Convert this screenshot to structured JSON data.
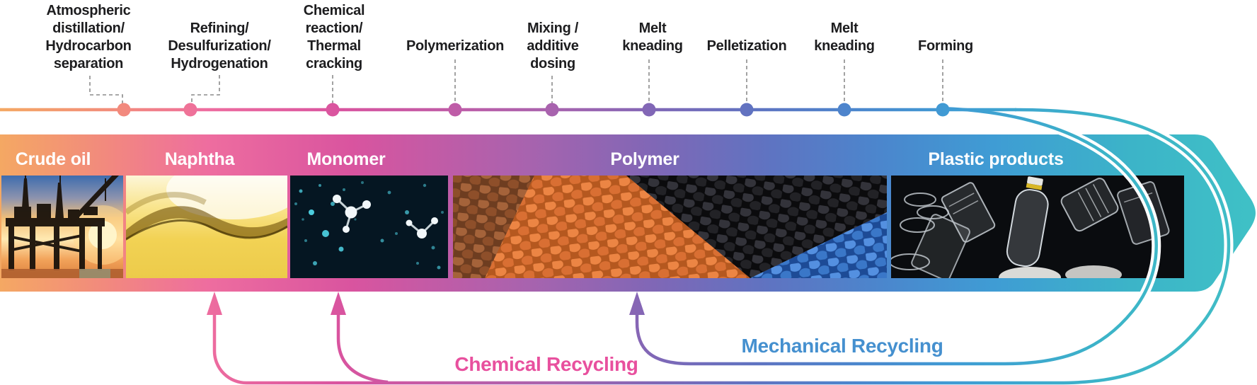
{
  "diagram": {
    "process_steps": [
      {
        "label": "Atmospheric\ndistillation/\nHydrocarbon\nseparation"
      },
      {
        "label": "Refining/\nDesulfurization/\nHydrogenation"
      },
      {
        "label": "Chemical\nreaction/\nThermal\ncracking"
      },
      {
        "label": "Polymerization"
      },
      {
        "label": "Mixing /\nadditive\ndosing"
      },
      {
        "label": "Melt\nkneading"
      },
      {
        "label": "Pelletization"
      },
      {
        "label": "Melt\nkneading"
      },
      {
        "label": "Forming"
      }
    ],
    "stages": [
      {
        "label": "Crude oil"
      },
      {
        "label": "Naphtha"
      },
      {
        "label": "Monomer"
      },
      {
        "label": "Polymer"
      },
      {
        "label": "Plastic products"
      }
    ],
    "recycling": {
      "chemical_label": "Chemical Recycling",
      "mechanical_label": "Mechanical Recycling"
    },
    "colors": {
      "step-text": "#1d1d1f",
      "stage-text": "#ffffff",
      "chemical-pink": "#e8509e",
      "mechanical-blue": "#4590cf",
      "loop-teal": "#3cb4c8",
      "connector-gray": "#8c8c8c",
      "grad-orange": "#f4a863",
      "grad-salmon": "#f2897e",
      "grad-pink": "#ee6d9f",
      "grad-magenta": "#d9549f",
      "grad-purple": "#a863ae",
      "grad-indigo": "#8067b6",
      "grad-blueviolet": "#5f73c1",
      "grad-blue": "#4b86cd",
      "grad-lightblue": "#3f9cd4",
      "grad-teal": "#3cb4c8",
      "grad-cyan": "#41bec6",
      "chevron-top": "#4aafcf",
      "chevron-bottom": "#3fc1c6"
    }
  }
}
